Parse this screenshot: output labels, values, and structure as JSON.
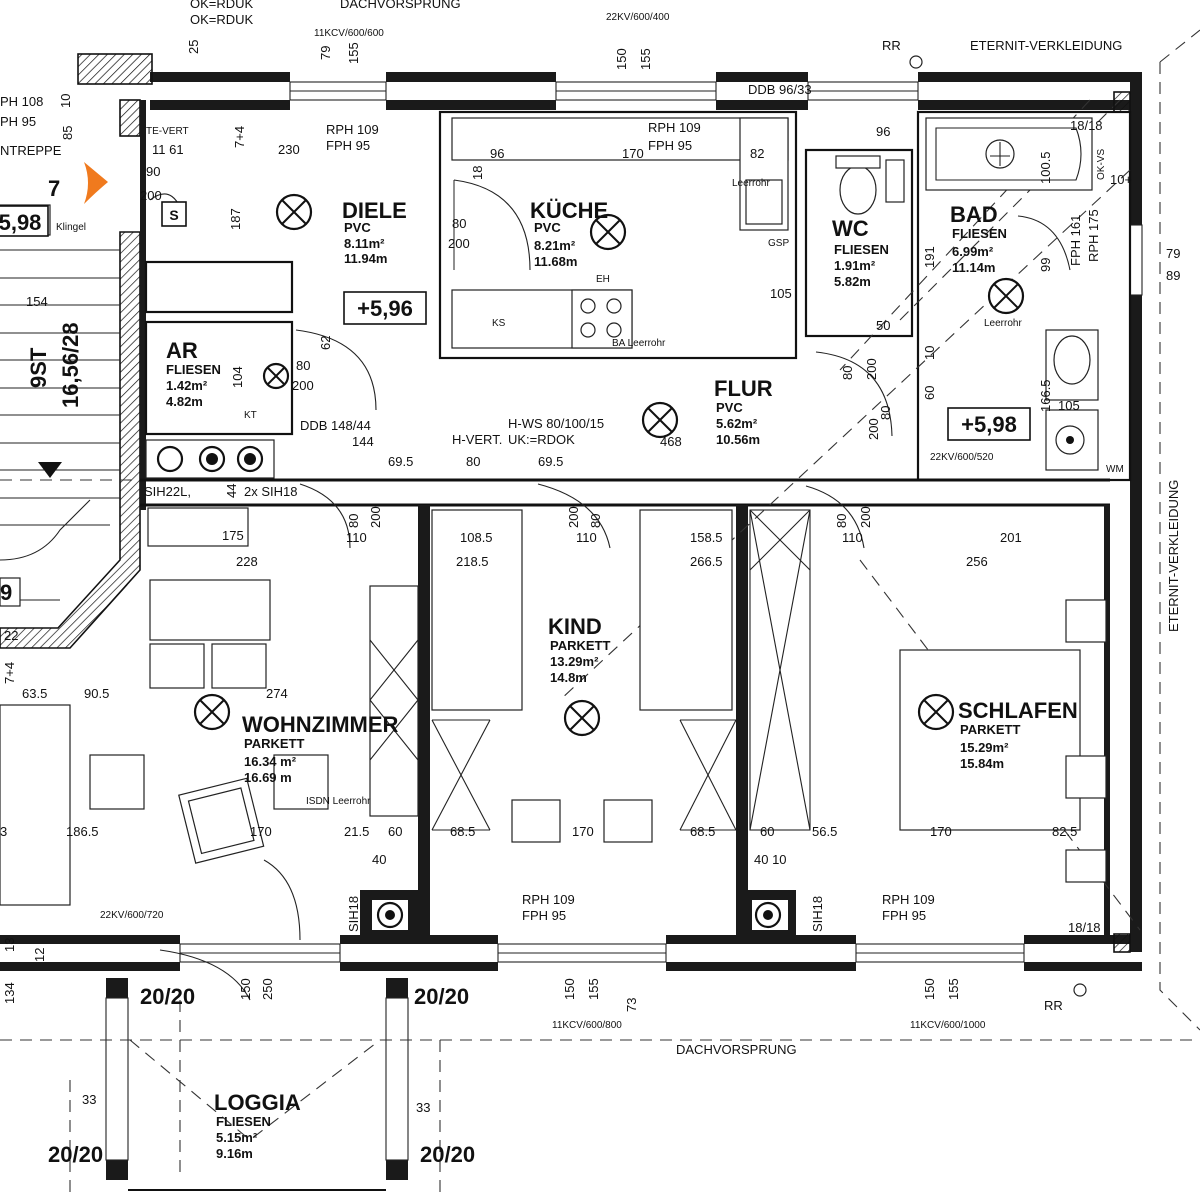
{
  "labels": {
    "top_left_a": "OK=RDUK",
    "top_left_b": "OK=RDUK",
    "dachvorsprung_top": "DACHVORSPRUNG",
    "dachvorsprung_bottom": "DACHVORSPRUNG",
    "eternit_top": "ETERNIT-VERKLEIDUNG",
    "eternit_right": "ETERNIT-VERKLEIDUNG",
    "rr_top": "RR",
    "rr_bottom": "RR",
    "ddb_top": "DDB 96/33",
    "ddb_mid": "DDB 148/44",
    "tag_22kv_top": "22KV/600/400",
    "tag_11kcv_top": "11KCV/600/600",
    "tag_22kv_bad": "22KV/600/520",
    "tag_22kv_wohn": "22KV/600/720",
    "tag_11kcv_bot1": "11KCV/600/800",
    "tag_11kcv_bot2": "11KCV/600/1000",
    "hws": "H-WS 80/100/15",
    "hvert": "H-VERT.",
    "ukrdok": "UK:=RDOK",
    "te_vert": "TE-VERT",
    "treppe": "NTREPPE",
    "klingel": "Klingel",
    "leerrohr": "Leerrohr",
    "isdn": "ISDN Leerrohr",
    "sih22l": "SIH22L,",
    "sih18_2x": "2x SIH18",
    "sih18": "SIH18",
    "kt": "KT",
    "eh": "EH",
    "ks": "KS",
    "ba": "BA Leerrohr",
    "gsp": "GSP",
    "wm": "WM",
    "nine_st": "9ST",
    "stair_dim": "16,56/28",
    "s_box": "S",
    "rph_fph_1a": "RPH 109",
    "rph_fph_1b": "FPH 95",
    "rph_108": "PH 108",
    "fph_95_left": "PH 95",
    "fph_161": "FPH 161",
    "rph_175": "RPH 175",
    "ok_vs": "OK-VS",
    "dim_seven": "7",
    "dim_nine": "9",
    "twenty_two": "22"
  },
  "levels": {
    "diele": "+5,96",
    "bad": "+5,98",
    "stair": "5,98"
  },
  "rooms": {
    "diele": {
      "name": "DIELE",
      "floor": "PVC",
      "area": "8.11m²",
      "perimeter": "11.94m"
    },
    "kueche": {
      "name": "KÜCHE",
      "floor": "PVC",
      "area": "8.21m²",
      "perimeter": "11.68m"
    },
    "wc": {
      "name": "WC",
      "floor": "FLIESEN",
      "area": "1.91m²",
      "perimeter": "5.82m"
    },
    "bad": {
      "name": "BAD",
      "floor": "FLIESEN",
      "area": "6.99m²",
      "perimeter": "11.14m"
    },
    "ar": {
      "name": "AR",
      "floor": "FLIESEN",
      "area": "1.42m²",
      "perimeter": "4.82m"
    },
    "flur": {
      "name": "FLUR",
      "floor": "PVC",
      "area": "5.62m²",
      "perimeter": "10.56m"
    },
    "kind": {
      "name": "KIND",
      "floor": "PARKETT",
      "area": "13.29m²",
      "perimeter": "14.8m"
    },
    "wohn": {
      "name": "WOHNZIMMER",
      "floor": "PARKETT",
      "area": "16.34 m²",
      "perimeter": "16.69 m"
    },
    "schlafen": {
      "name": "SCHLAFEN",
      "floor": "PARKETT",
      "area": "15.29m²",
      "perimeter": "15.84m"
    },
    "loggia": {
      "name": "LOGGIA",
      "floor": "FLIESEN",
      "area": "5.15m²",
      "perimeter": "9.16m"
    }
  },
  "dimensions": {
    "d230": "230",
    "d96": "96",
    "d170": "170",
    "d82": "82",
    "d96b": "96",
    "d79": "79",
    "d155": "155",
    "d150": "150",
    "d25": "25",
    "d187": "187",
    "d80": "80",
    "d200": "200",
    "d18": "18",
    "d10": "10",
    "d85": "85",
    "d1161": "11 61",
    "d74": "7+4",
    "d154": "154",
    "d62": "62",
    "d104": "104",
    "d144": "144",
    "d468": "468",
    "d695a": "69.5",
    "d80b": "80",
    "d695b": "69.5",
    "d50": "50",
    "d191": "191",
    "d99": "99",
    "d1005": "100.5",
    "d1665": "166.5",
    "d60": "60",
    "d105": "105",
    "d1818": "18/18",
    "d1818b": "18/18",
    "d79r": "79",
    "d89r": "89",
    "d104r": "10+",
    "d175": "175",
    "d228": "228",
    "d1085": "108.5",
    "d2185": "218.5",
    "d110a": "110",
    "d1585": "158.5",
    "d2665": "266.5",
    "d110b": "110",
    "d201": "201",
    "d256": "256",
    "d110c": "110",
    "d635": "63.5",
    "d905": "90.5",
    "d274": "274",
    "d1865": "186.5",
    "d170w": "170",
    "d215": "21.5",
    "d60w": "60",
    "d685a": "68.5",
    "d170k": "170",
    "d685b": "68.5",
    "d60s": "60",
    "d565": "56.5",
    "d170s": "170",
    "d825": "82.5",
    "d40": "40",
    "d4010": "40 10",
    "d2020a": "20/20",
    "d2020b": "20/20",
    "d2020c": "20/20",
    "d2020d": "20/20",
    "d33a": "33",
    "d33b": "33",
    "d73": "73",
    "d134": "134",
    "d12": "12",
    "d13": "13",
    "d150b": "150",
    "d250": "250",
    "d150c": "150",
    "d155c": "155",
    "d150d": "150",
    "d155d": "155",
    "d90": "90",
    "d200b": "200",
    "d80c": "80",
    "d200c": "200",
    "d80d": "80",
    "d200d": "200",
    "d44": "44",
    "d3": "3",
    "d74b": "7+4"
  },
  "colors": {
    "marker": "#f07a1e",
    "ink": "#111111"
  }
}
